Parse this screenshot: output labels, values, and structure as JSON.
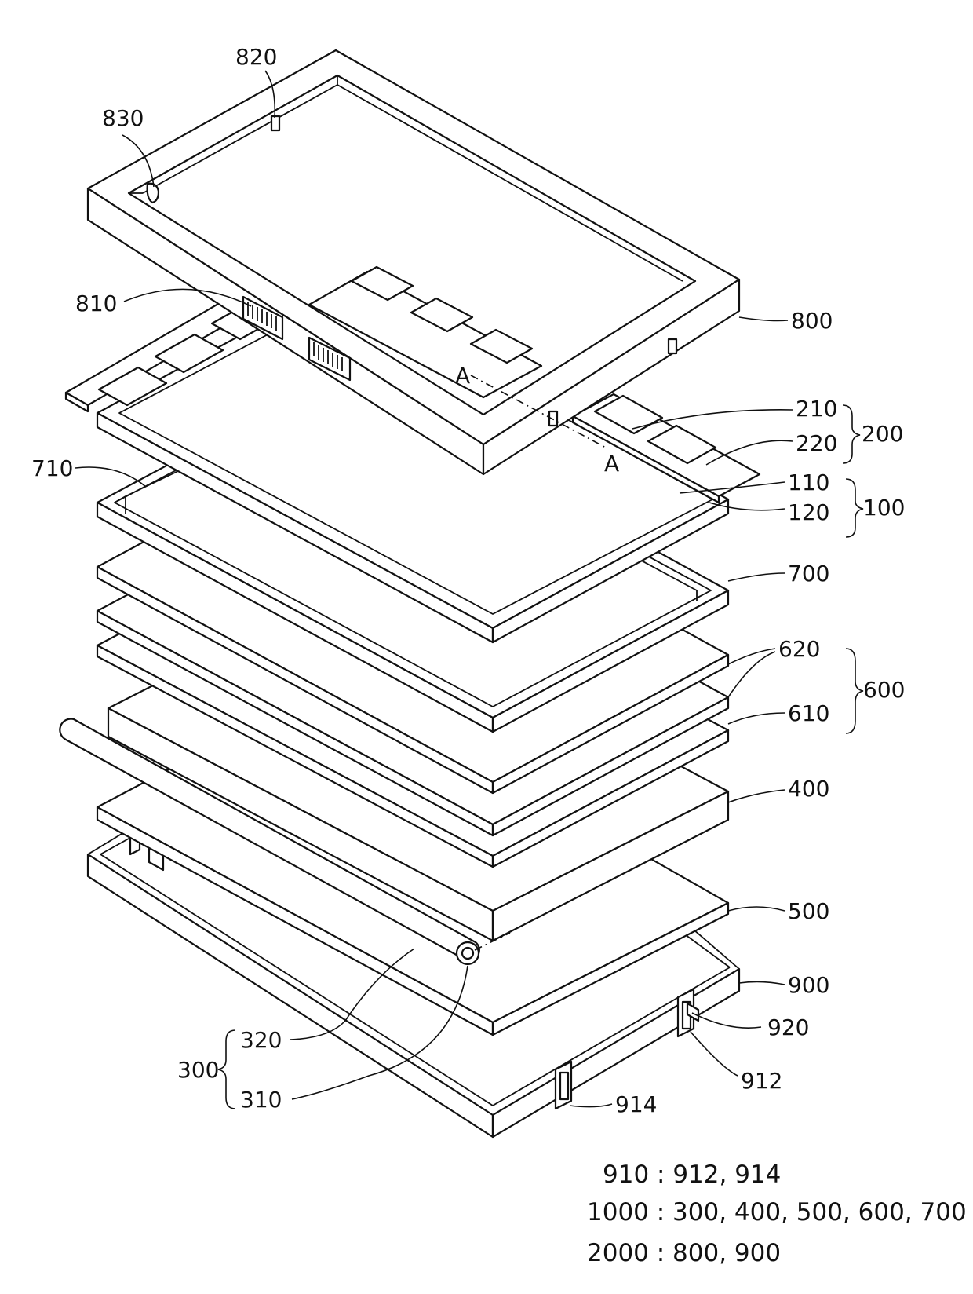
{
  "figure": {
    "labels": {
      "l820": "820",
      "l830": "830",
      "l810": "810",
      "l800": "800",
      "l210": "210",
      "l220": "220",
      "l200": "200",
      "l110": "110",
      "l120": "120",
      "l100": "100",
      "l710": "710",
      "l700": "700",
      "l620": "620",
      "l610": "610",
      "l600": "600",
      "l400": "400",
      "l500": "500",
      "l900": "900",
      "l920": "920",
      "l912": "912",
      "l914": "914",
      "l320": "320",
      "l310": "310",
      "l300": "300",
      "sectionA1": "A",
      "sectionA2": "A"
    },
    "legend": [
      "910 : 912, 914",
      "1000 : 300, 400, 500, 600, 700",
      "2000 : 800, 900"
    ]
  }
}
